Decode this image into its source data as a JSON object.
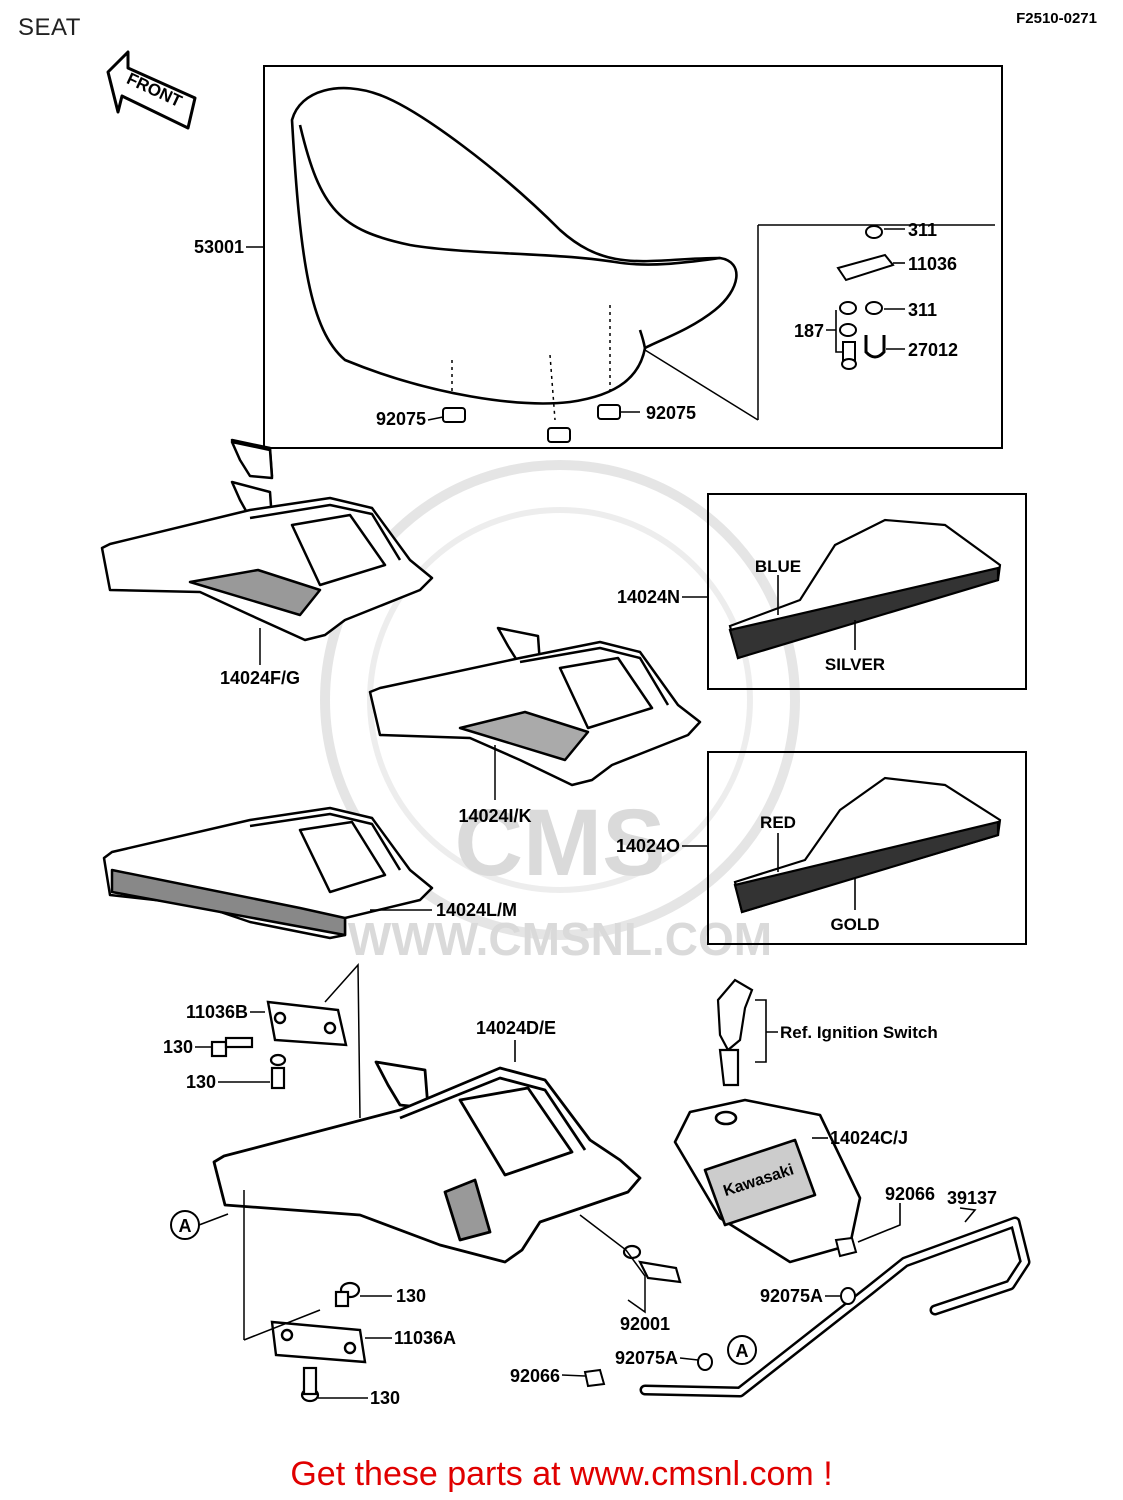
{
  "header": {
    "title": "SEAT",
    "figure_code": "F2510-0271"
  },
  "direction_arrow": "FRONT",
  "watermark": {
    "logo_text": "CMS",
    "url": "WWW.CMSNL.COM"
  },
  "callouts": {
    "seat": "53001",
    "c311_top": "311",
    "c11036": "11036",
    "c311_mid": "311",
    "c187": "187",
    "c27012": "27012",
    "c92075_left": "92075",
    "c92075_right": "92075",
    "c14024FG": "14024F/G",
    "c14024N": "14024N",
    "blue": "BLUE",
    "silver": "SILVER",
    "c14024IK": "14024I/K",
    "c14024O": "14024O",
    "red": "RED",
    "gold": "GOLD",
    "c14024LM": "14024L/M",
    "c11036B": "11036B",
    "c130_a": "130",
    "c130_b": "130",
    "c14024DE": "14024D/E",
    "ignition": "Ref. Ignition Switch",
    "c14024CJ": "14024C/J",
    "c92066_top": "92066",
    "c39137": "39137",
    "c92075A_top": "92075A",
    "c92001": "92001",
    "c130_c": "130",
    "c11036A": "11036A",
    "c130_d": "130",
    "c92075A_bot": "92075A",
    "c92066_bot": "92066",
    "ref_a_left": "A",
    "ref_a_right": "A",
    "emblem": "Kawasaki"
  },
  "footer": {
    "cta": "Get these parts at www.cmsnl.com !"
  }
}
